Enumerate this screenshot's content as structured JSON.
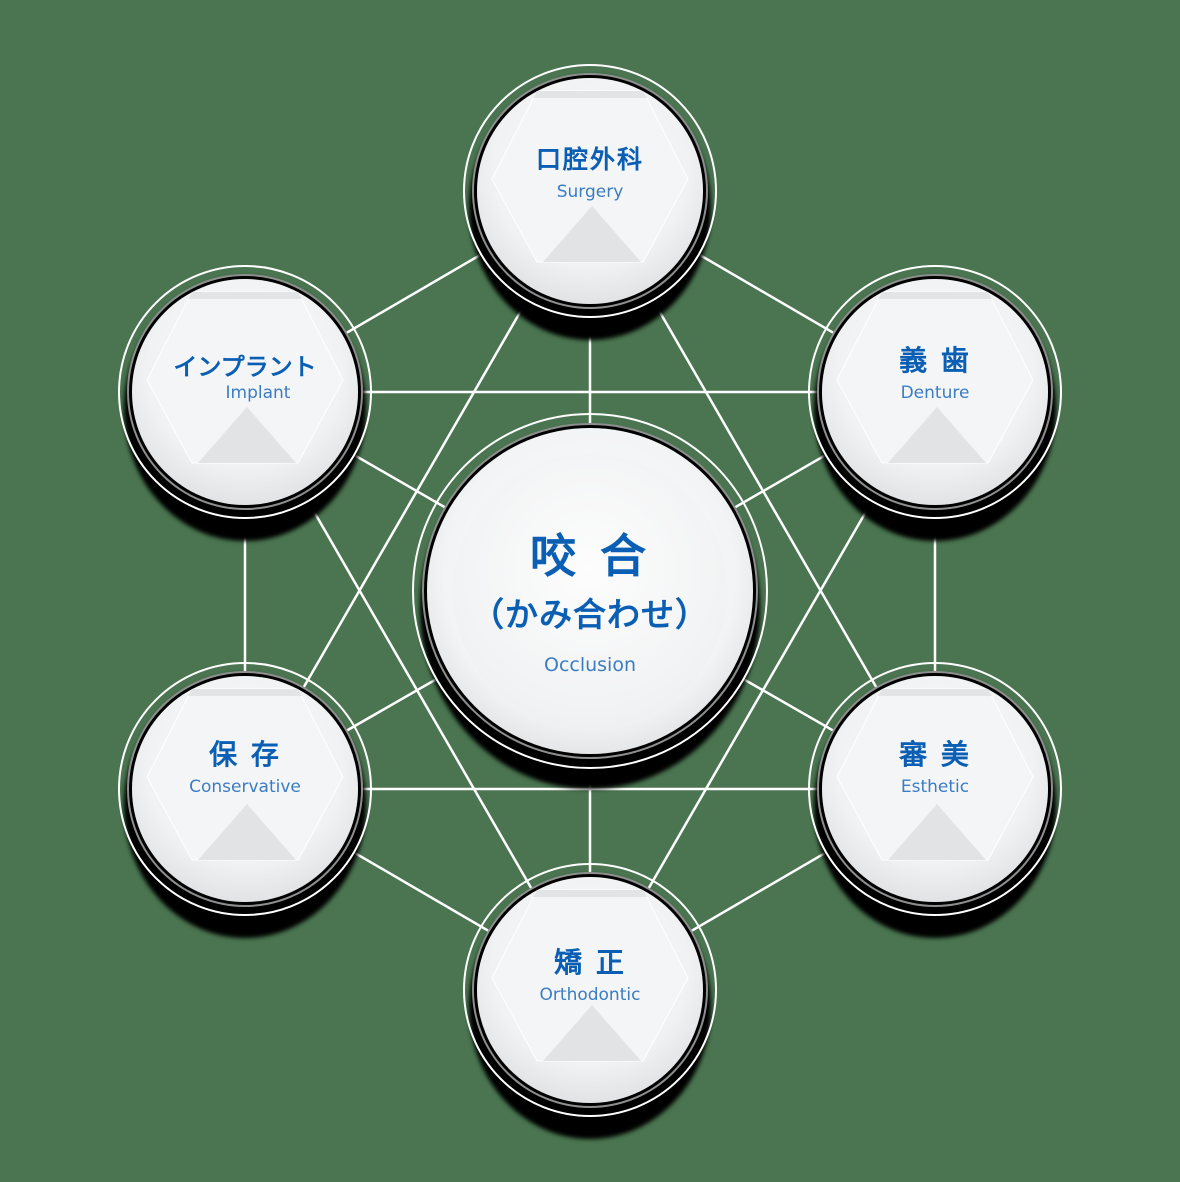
{
  "colors": {
    "background": "#4a7550",
    "line": "#ffffff",
    "title_blue": "#0a5fb4",
    "subtitle_blue": "#3b7cc3"
  },
  "center": {
    "title": "咬 合",
    "subtitle_jp": "（かみ合わせ）",
    "subtitle_en": "Occlusion"
  },
  "nodes": [
    {
      "id": "surgery",
      "jp": "口腔外科",
      "en": "Surgery"
    },
    {
      "id": "implant",
      "jp": "インプラント",
      "en": "Implant"
    },
    {
      "id": "denture",
      "jp": "義 歯",
      "en": "Denture"
    },
    {
      "id": "conservative",
      "jp": "保 存",
      "en": "Conservative"
    },
    {
      "id": "esthetic",
      "jp": "審 美",
      "en": "Esthetic"
    },
    {
      "id": "orthodontic",
      "jp": "矯 正",
      "en": "Orthodontic"
    }
  ]
}
